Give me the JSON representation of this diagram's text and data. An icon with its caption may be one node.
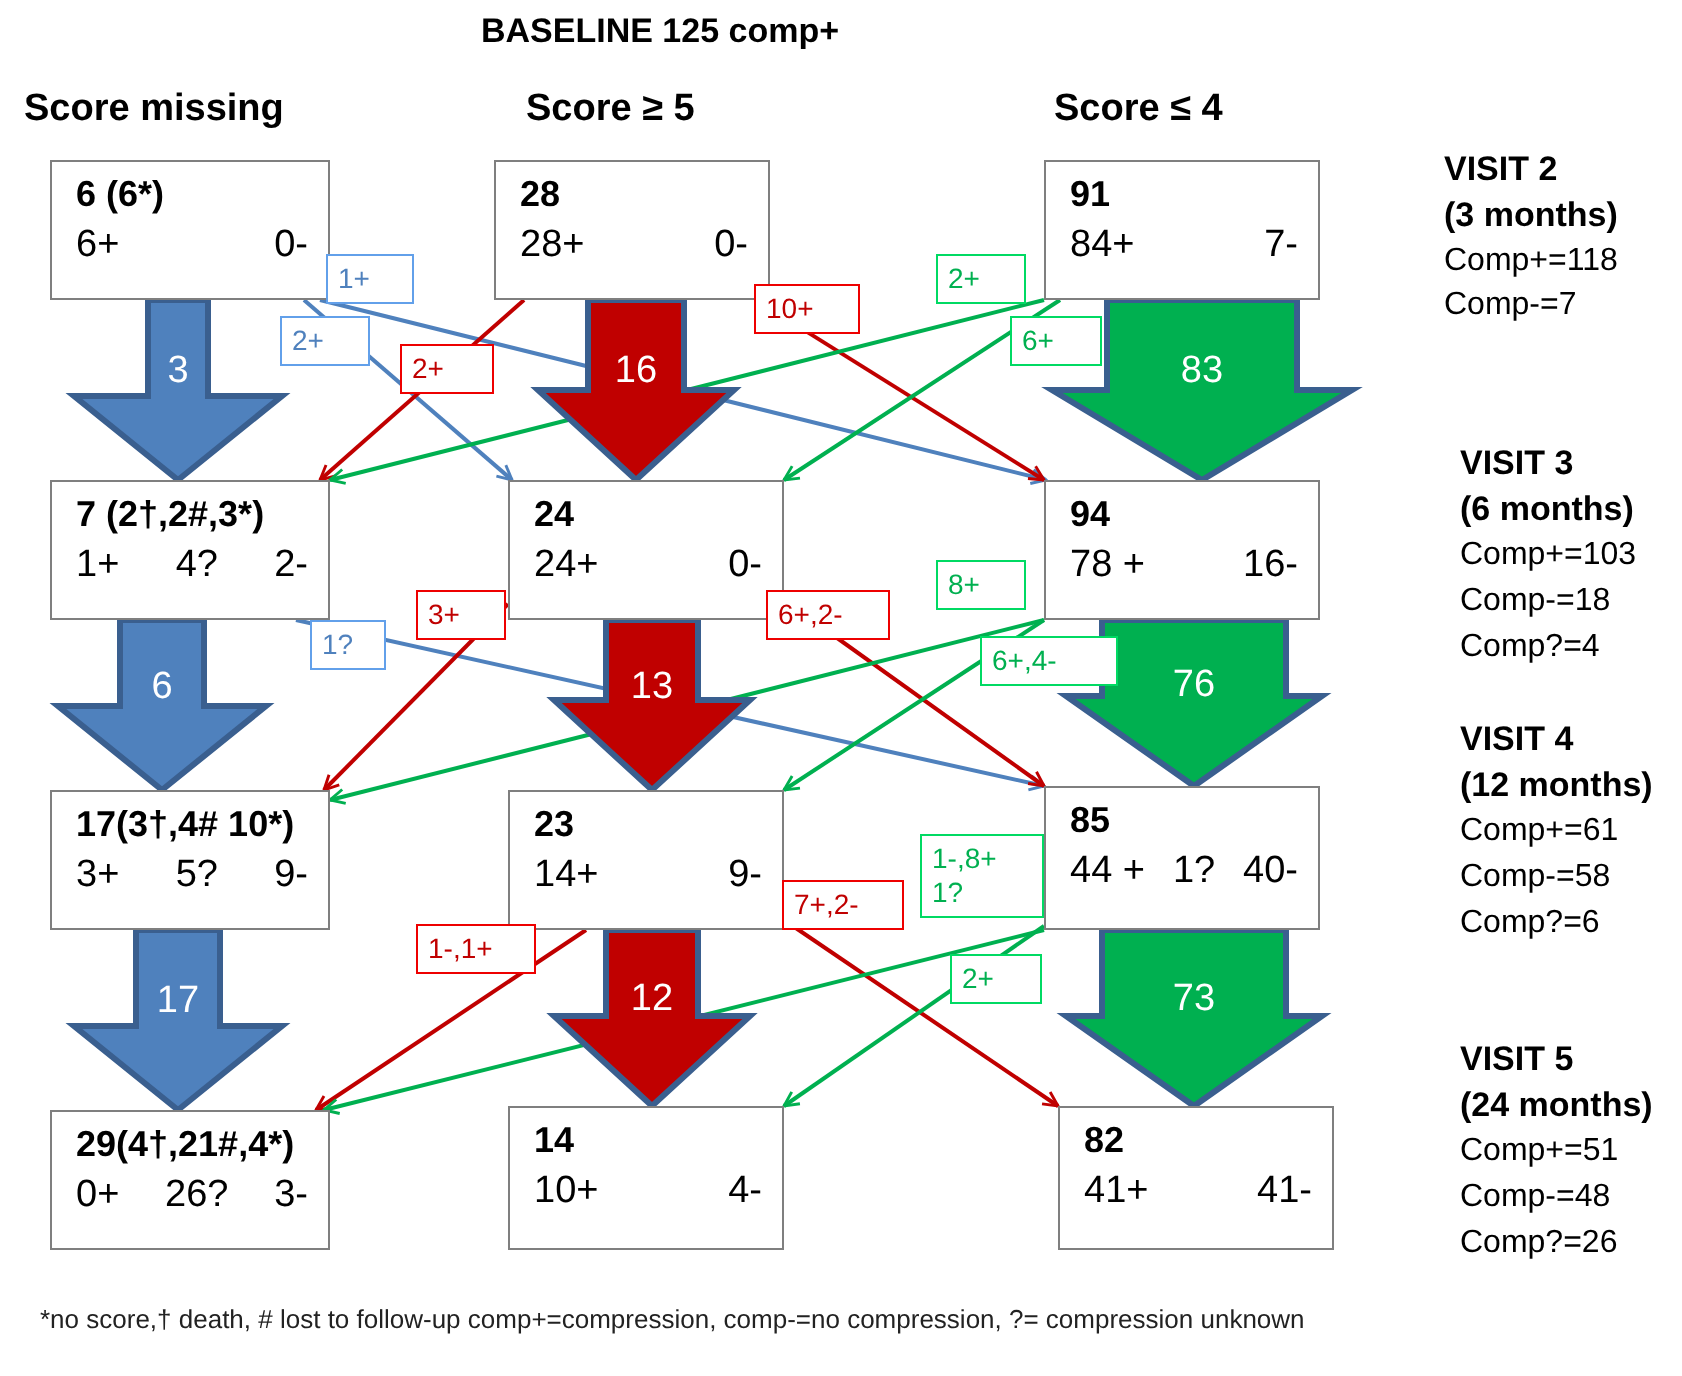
{
  "diagram": {
    "title": "BASELINE 125 comp+",
    "caption": "*no score,† death, # lost to follow-up comp+=compression, comp-=no compression, ?= compression unknown",
    "nodes": [
      {
        "text": [
          "6 (6*)",
          "6+",
          "0-"
        ]
      },
      {
        "text": [
          "28",
          "28+",
          "0-"
        ]
      },
      {
        "text": [
          "91",
          "84+",
          "7-"
        ]
      },
      {
        "text": [
          "7 (2†,2#,3*)",
          "1+",
          "4?",
          "2-"
        ]
      },
      {
        "text": [
          "24",
          "24+",
          "0-"
        ]
      },
      {
        "text": [
          "94",
          "78 +",
          "16-"
        ]
      },
      {
        "text": [
          "17(3†,4# 10*)",
          "3+",
          "5?",
          "9-"
        ]
      },
      {
        "text": [
          "23",
          "14+",
          "9-"
        ]
      },
      {
        "text": [
          "85",
          "44 +",
          "1?",
          "40-"
        ]
      },
      {
        "text": [
          "29(4†,21#,4*)",
          "0+",
          "26?",
          "3-"
        ]
      },
      {
        "text": [
          "14",
          "10+",
          "4-"
        ]
      },
      {
        "text": [
          "82",
          "41+",
          "41-"
        ]
      }
    ],
    "edges": [
      {
        "from": 0,
        "to": 3,
        "arrow": "to",
        "label": "3",
        "style": "thick",
        "color": "#4f81bd"
      },
      {
        "from": 1,
        "to": 4,
        "arrow": "to",
        "label": "16",
        "style": "thick",
        "color": "#c00000"
      },
      {
        "from": 2,
        "to": 5,
        "arrow": "to",
        "label": "83",
        "style": "thick",
        "color": "#00b050"
      },
      {
        "from": 0,
        "to": 5,
        "arrow": "to",
        "label": "1+",
        "color": "#4f81bd"
      },
      {
        "from": 0,
        "to": 4,
        "arrow": "to",
        "label": "2+",
        "color": "#4f81bd"
      },
      {
        "from": 1,
        "to": 3,
        "arrow": "to",
        "label": "2+",
        "color": "#c00000"
      },
      {
        "from": 1,
        "to": 5,
        "arrow": "to",
        "label": "10+",
        "color": "#c00000"
      },
      {
        "from": 2,
        "to": 3,
        "arrow": "to",
        "label": "2+",
        "color": "#00b050"
      },
      {
        "from": 2,
        "to": 4,
        "arrow": "to",
        "label": "6+",
        "color": "#00b050"
      },
      {
        "from": 3,
        "to": 6,
        "arrow": "to",
        "label": "6",
        "style": "thick",
        "color": "#4f81bd"
      },
      {
        "from": 4,
        "to": 7,
        "arrow": "to",
        "label": "13",
        "style": "thick",
        "color": "#c00000"
      },
      {
        "from": 5,
        "to": 8,
        "arrow": "to",
        "label": "76",
        "style": "thick",
        "color": "#00b050"
      },
      {
        "from": 3,
        "to": 8,
        "arrow": "to",
        "label": "1?",
        "color": "#4f81bd"
      },
      {
        "from": 4,
        "to": 6,
        "arrow": "to",
        "label": "3+",
        "color": "#c00000"
      },
      {
        "from": 4,
        "to": 8,
        "arrow": "to",
        "label": "6+,2-",
        "color": "#c00000"
      },
      {
        "from": 5,
        "to": 6,
        "arrow": "to",
        "label": "8+",
        "color": "#00b050"
      },
      {
        "from": 5,
        "to": 7,
        "arrow": "to",
        "label": "6+,4-",
        "color": "#00b050"
      },
      {
        "from": 6,
        "to": 9,
        "arrow": "to",
        "label": "17",
        "style": "thick",
        "color": "#4f81bd"
      },
      {
        "from": 7,
        "to": 10,
        "arrow": "to",
        "label": "12",
        "style": "thick",
        "color": "#c00000"
      },
      {
        "from": 8,
        "to": 11,
        "arrow": "to",
        "label": "73",
        "style": "thick",
        "color": "#00b050"
      },
      {
        "from": 7,
        "to": 9,
        "arrow": "to",
        "label": "1-,1+",
        "color": "#c00000"
      },
      {
        "from": 7,
        "to": 11,
        "arrow": "to",
        "label": "7+,2-",
        "color": "#c00000"
      },
      {
        "from": 8,
        "to": 9,
        "arrow": "to",
        "label": "1-,8+ 1?",
        "color": "#00b050"
      },
      {
        "from": 8,
        "to": 10,
        "arrow": "to",
        "label": "2+",
        "color": "#00b050"
      }
    ],
    "labels": [
      "Score missing",
      "Score ≥ 5",
      "Score ≤ 4",
      "VISIT 2",
      "(3 months)",
      "Comp+=118",
      "Comp-=7",
      "VISIT 3",
      "(6 months)",
      "Comp+=103",
      "Comp-=18",
      "Comp?=4",
      "VISIT 4",
      "(12 months)",
      "Comp+=61",
      "Comp-=58",
      "Comp?=6",
      "VISIT 5",
      "(24 months)",
      "Comp+=51",
      "Comp-=48",
      "Comp?=26"
    ]
  }
}
